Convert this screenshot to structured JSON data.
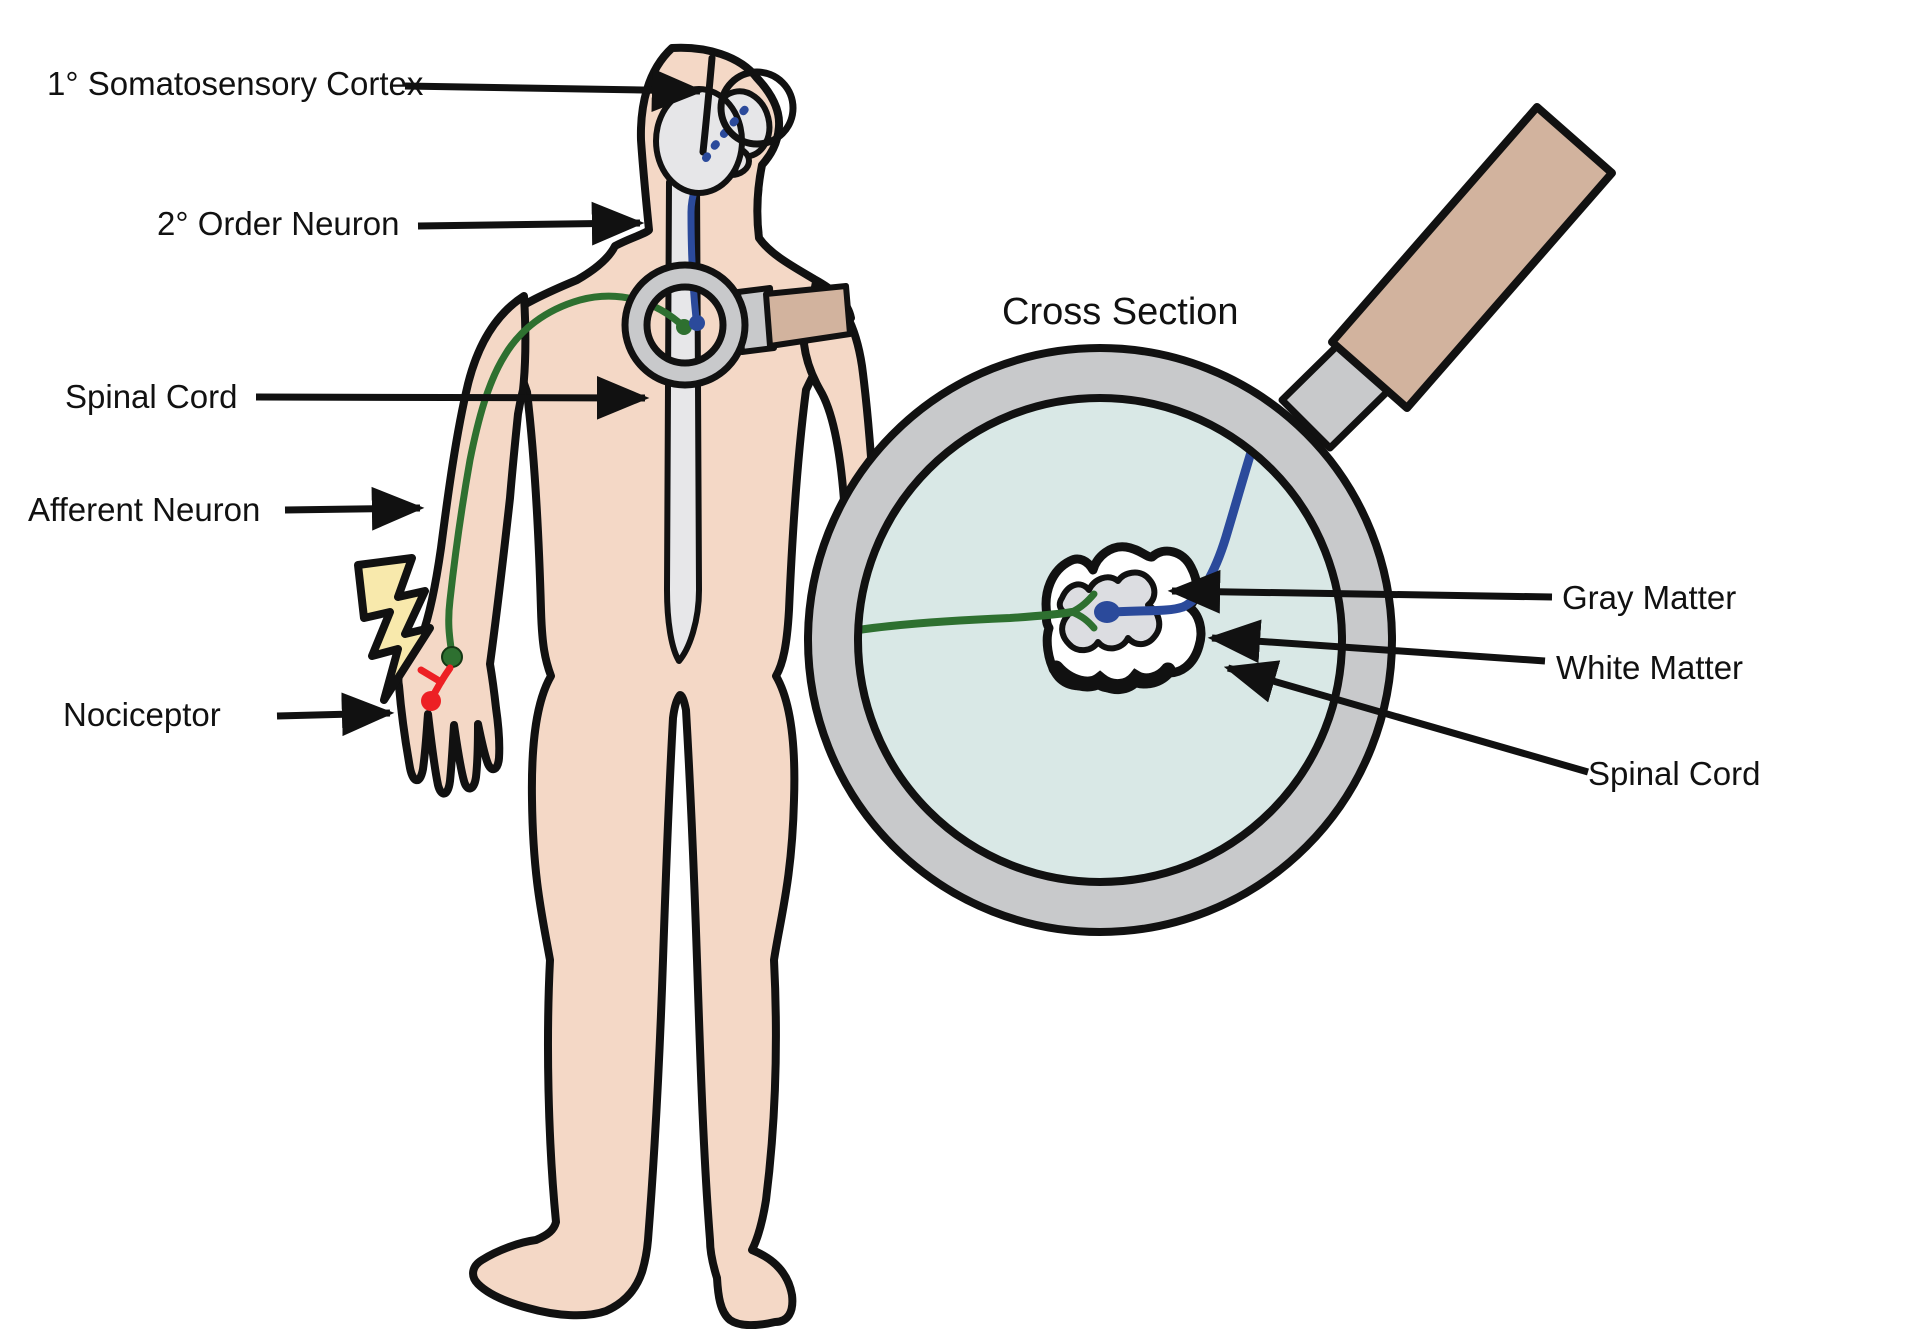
{
  "diagram": {
    "description": "Pain pathway diagram: human figure with nociceptor signal traveling to brain, plus magnified spinal cord cross section",
    "body_labels": {
      "somatosensory_cortex": "1° Somatosensory Cortex",
      "second_order_neuron": "2° Order Neuron",
      "spinal_cord": "Spinal Cord",
      "afferent_neuron": "Afferent Neuron",
      "nociceptor": "Nociceptor"
    },
    "cross_section": {
      "title": "Cross Section",
      "gray_matter": "Gray Matter",
      "white_matter": "White Matter",
      "spinal_cord": "Spinal Cord"
    },
    "colors": {
      "background": "#ffffff",
      "skin": "#f4d8c6",
      "outline": "#111111",
      "brain_gray": "#e6e6e8",
      "spinal_cord_gray": "#e7e7e9",
      "magnifier_rim_gray": "#c8c9cb",
      "magnifier_handle_tan": "#d2b39e",
      "lens_blue": "#d9e8e6",
      "gray_matter_fill": "#dcdde1",
      "white_matter_fill": "#ffffff",
      "afferent_neuron_green": "#2e7030",
      "second_order_blue": "#2b4a9b",
      "nociceptor_red": "#ed2024",
      "lightning_yellow": "#f8e9ac"
    }
  }
}
